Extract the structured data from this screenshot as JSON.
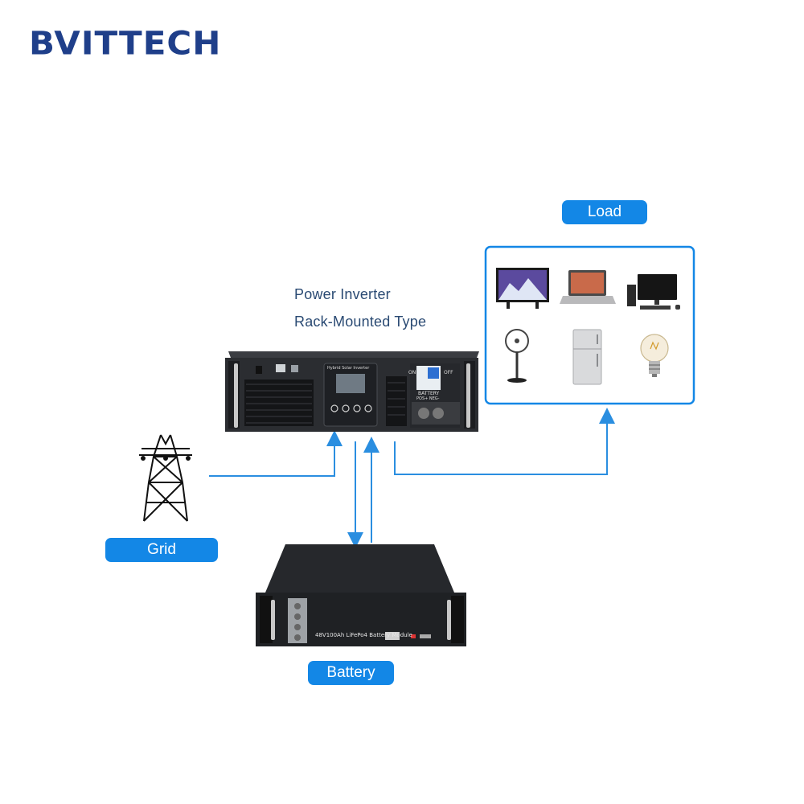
{
  "brand": {
    "logo_text": "BVITTECH"
  },
  "labels": {
    "load": "Load",
    "grid": "Grid",
    "battery": "Battery",
    "inverter_line1": "Power Inverter",
    "inverter_line2": "Rack-Mounted Type"
  },
  "inverter_panel": {
    "screen_title": "Hybrid Solar Inverter",
    "battery_label": "BATTERY",
    "polarity": "POS+ NEG-",
    "switch_on": "ON",
    "switch_off": "OFF"
  },
  "battery_panel": {
    "module_label": "48V100Ah LiFePo4 Battery Module"
  },
  "load_items": [
    "tv-icon",
    "laptop-icon",
    "desktop-computer-icon",
    "fan-icon",
    "refrigerator-icon",
    "light-bulb-icon"
  ],
  "colors": {
    "accent": "#1387e6",
    "line": "#2a8ee0",
    "logo": "#1f3f8a",
    "device": "#2b2d31"
  }
}
